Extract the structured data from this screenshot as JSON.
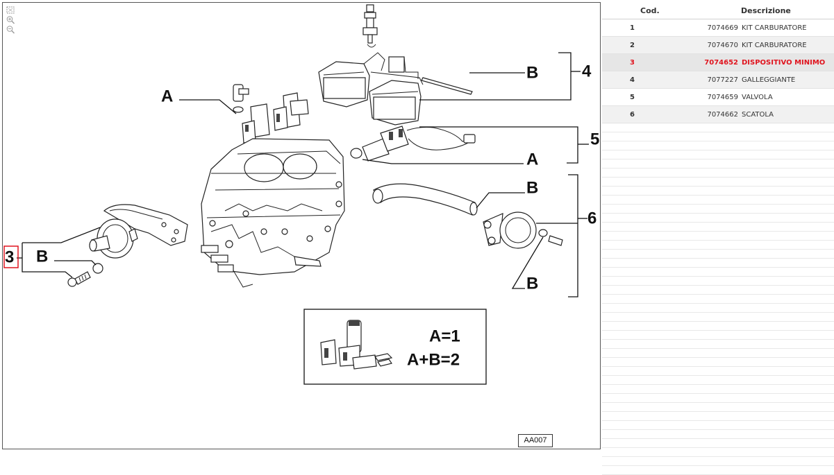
{
  "diagram": {
    "ref_code": "AA007",
    "callouts": {
      "a_top": "A",
      "b_top": "B",
      "n4": "4",
      "n5": "5",
      "a_right": "A",
      "b_mid": "B",
      "n6": "6",
      "b_low": "B",
      "n3": "3",
      "b_left": "B"
    },
    "legend": {
      "line1": "A=1",
      "line2": "A+B=2"
    },
    "selected_callout": "3"
  },
  "table": {
    "headers": {
      "code": "Cod.",
      "description": "Descrizione"
    },
    "rows": [
      {
        "num": "1",
        "code": "7074669",
        "description": "KIT CARBURATORE",
        "selected": false
      },
      {
        "num": "2",
        "code": "7074670",
        "description": "KIT CARBURATORE",
        "selected": false
      },
      {
        "num": "3",
        "code": "7074652",
        "description": "DISPOSITIVO MINIMO",
        "selected": true
      },
      {
        "num": "4",
        "code": "7077227",
        "description": "GALLEGGIANTE",
        "selected": false
      },
      {
        "num": "5",
        "code": "7074659",
        "description": "VALVOLA",
        "selected": false
      },
      {
        "num": "6",
        "code": "7074662",
        "description": "SCATOLA",
        "selected": false
      }
    ]
  },
  "colors": {
    "selection": "#e0141e",
    "row_alt": "#f1f1f1",
    "row_selected": "#e6e6e6"
  },
  "icons": [
    "fit-icon",
    "zoom-in-icon",
    "zoom-out-icon"
  ]
}
